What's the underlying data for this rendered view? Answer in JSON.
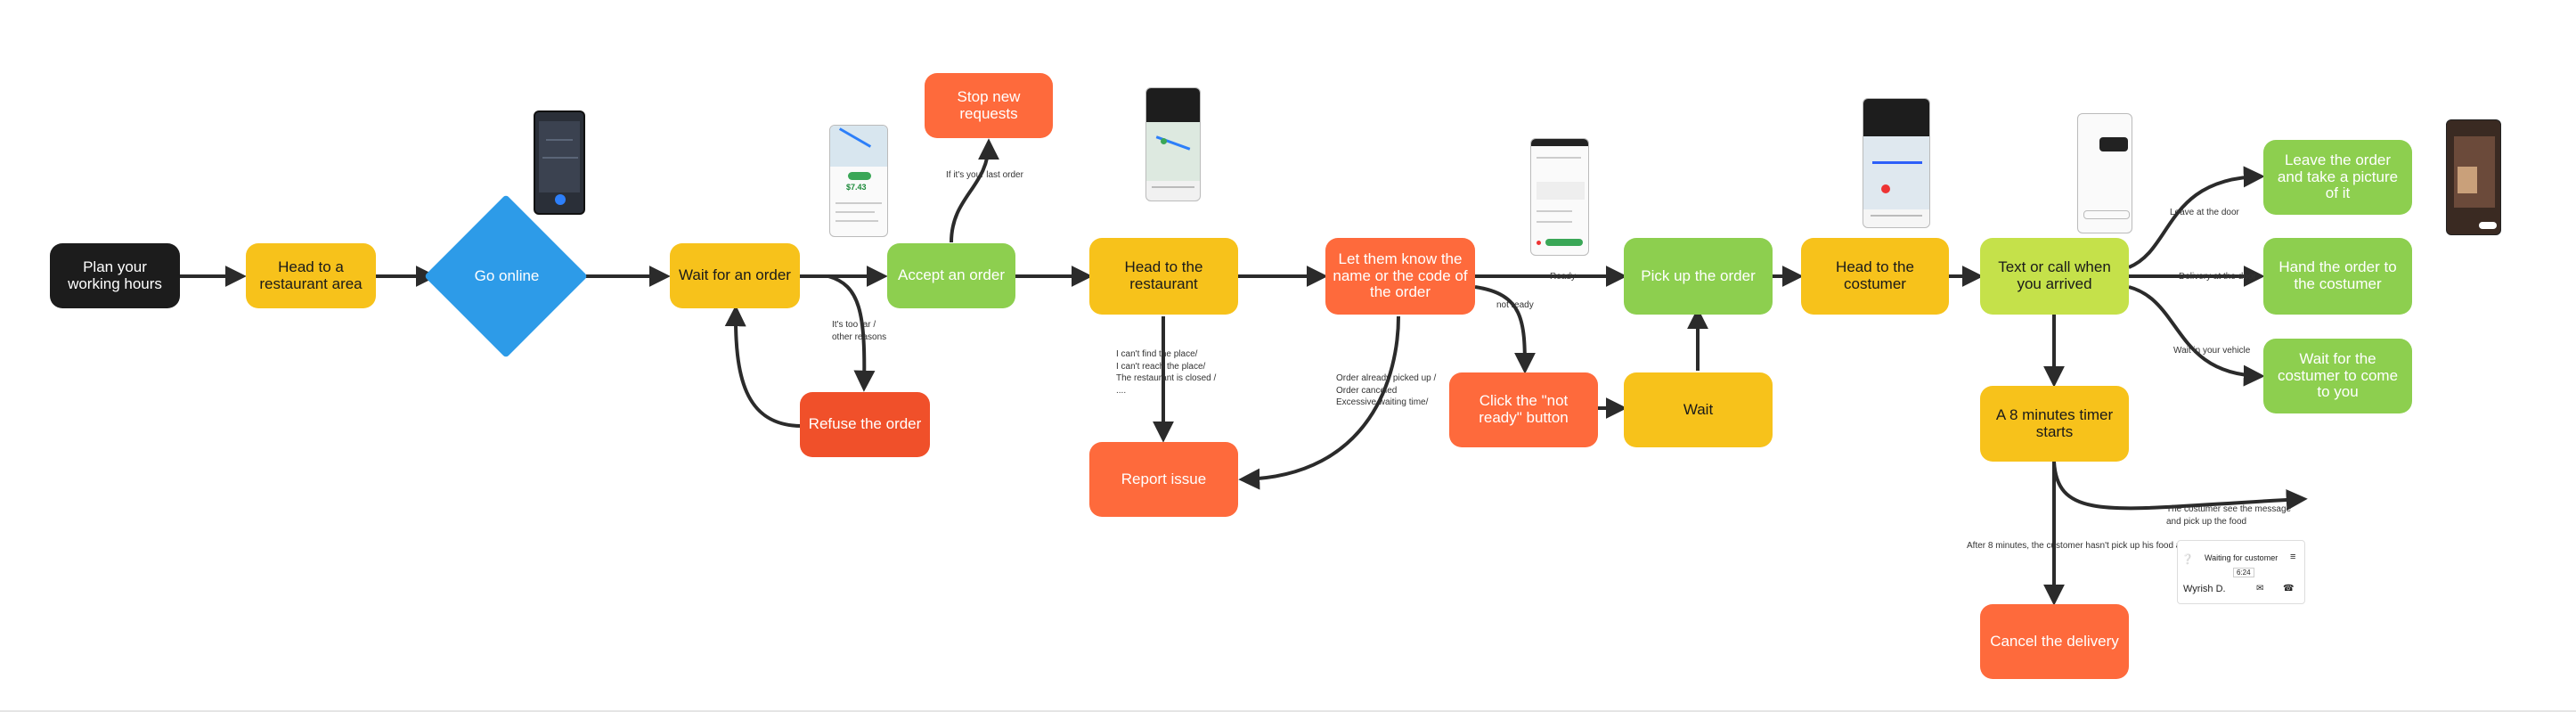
{
  "colors": {
    "black": "#1c1c1c",
    "yellow": "#f7c21b",
    "blue": "#2d9be8",
    "green": "#8dcf4f",
    "lime": "#c5e14a",
    "orange": "#fe6a3c",
    "red": "#f0502a",
    "edge": "#2b2b2b"
  },
  "nodes": {
    "plan": "Plan your working hours",
    "head_area": "Head to a restaurant area",
    "go_online": "Go online",
    "wait_order": "Wait for an order",
    "refuse": "Refuse the order",
    "accept": "Accept an order",
    "stop_requests": "Stop new requests",
    "head_restaurant": "Head to the restaurant",
    "report": "Report issue",
    "let_know": "Let them know the name or the code of the order",
    "not_ready_btn": "Click the \"not ready\" button",
    "wait": "Wait",
    "pickup": "Pick up the order",
    "head_customer": "Head to the costumer",
    "text_call": "Text or call when you arrived",
    "timer": "A 8 minutes timer starts",
    "cancel": "Cancel the delivery",
    "leave": "Leave the order and take a picture of it",
    "hand": "Hand the order to the costumer",
    "wait_customer": "Wait for the costumer to come to you"
  },
  "edge_labels": {
    "too_far_1": "It's too far /",
    "too_far_2": "other reasons",
    "last_order": "If it's your last order",
    "cant_1": "I can't find the place/",
    "cant_2": "I can't reach the place/",
    "cant_3": "The restaurant is closed /",
    "cant_4": "....",
    "picked_1": "Order already picked up /",
    "picked_2": "Order canceled",
    "picked_3": "Excessive waiting time/",
    "ready": "Ready",
    "not_ready": "not ready",
    "leave_door": "Leave at the door",
    "delivery_door": "Delivery at the door",
    "wait_vehicle": "Wait in your vehicle",
    "see_message_1": "The costumer see the message",
    "see_message_2": "and pick up the food",
    "after_8": "After 8 minutes, the customer hasn't pick up his food and"
  },
  "screens": {
    "accept_amount": "$7.43",
    "waiting_title": "Waiting for customer",
    "waiting_timer": "6:24",
    "customer_name": "Wyrish D."
  }
}
